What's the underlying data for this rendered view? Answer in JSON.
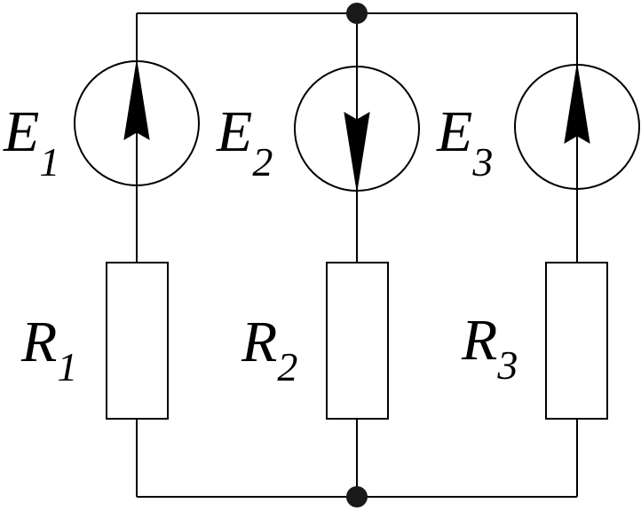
{
  "components": {
    "E1": {
      "letter": "E",
      "index": "1",
      "direction": "up"
    },
    "E2": {
      "letter": "E",
      "index": "2",
      "direction": "down"
    },
    "E3": {
      "letter": "E",
      "index": "3",
      "direction": "up"
    },
    "R1": {
      "letter": "R",
      "index": "1"
    },
    "R2": {
      "letter": "R",
      "index": "2"
    },
    "R3": {
      "letter": "R",
      "index": "3"
    }
  },
  "colors": {
    "line": "#000000",
    "node": "#1a1a1a",
    "background": "#ffffff"
  }
}
